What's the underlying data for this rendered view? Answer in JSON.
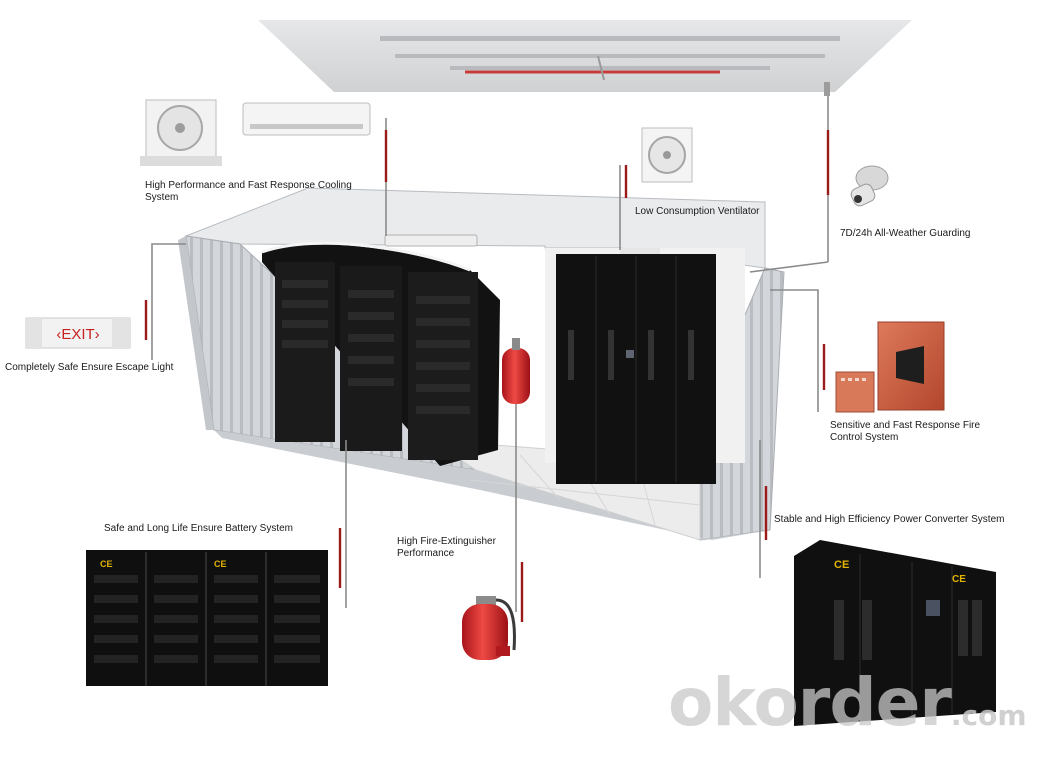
{
  "labels": {
    "cooling": "High Performance and Fast Response Cooling System",
    "ventilator": "Low Consumption Ventilator",
    "guarding": "7D/24h All-Weather Guarding",
    "escape": "Completely Safe Ensure Escape Light",
    "fire_control": "Sensitive and Fast Response Fire Control System",
    "battery": "Safe and Long Life Ensure Battery System",
    "extinguisher": "High Fire-Extinguisher Performance",
    "converter": "Stable and High Efficiency Power Converter System"
  },
  "exit_sign": "EXIT",
  "brand_logo": "CE",
  "watermark": {
    "main": "okorder",
    "suffix": ".com"
  },
  "colors": {
    "leader_red": "#9b1b1b",
    "leader_gray": "#8a8a8a",
    "cabinet": "#151515",
    "extinguisher": "#d8262a",
    "fire_panel": "#c6563a",
    "container": "#d9dcdf"
  }
}
